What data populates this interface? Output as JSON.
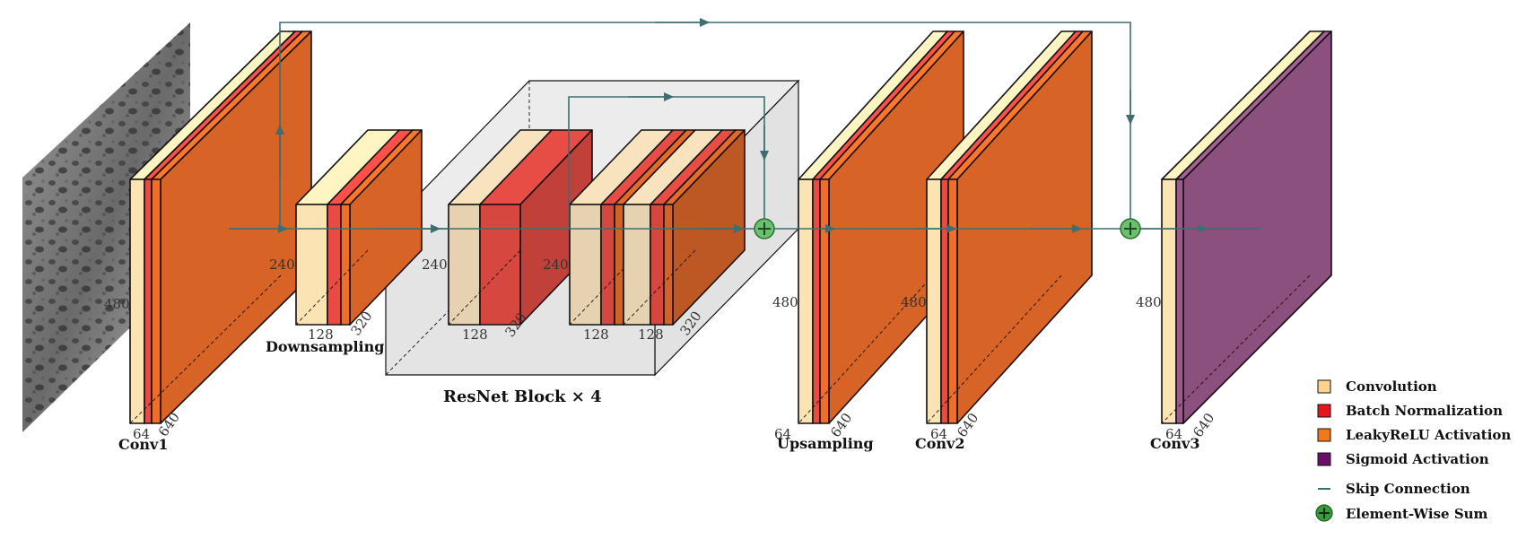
{
  "layers": {
    "conv1": {
      "name": "Conv1",
      "height": "480",
      "channels": "64",
      "width": "640"
    },
    "downsampling": {
      "name": "Downsampling",
      "height": "240",
      "channels": "128",
      "width": "320"
    },
    "resblock": {
      "name": "ResNet Block × 4",
      "height_a": "240",
      "height_b": "240",
      "channels_a": "128",
      "channels_b": "128",
      "channels_c": "128",
      "width_a": "320",
      "width_b": "320"
    },
    "upsampling": {
      "name": "Upsampling",
      "height": "480",
      "channels": "64",
      "width": "640"
    },
    "conv2": {
      "name": "Conv2",
      "height": "480",
      "channels": "64",
      "width": "640"
    },
    "conv3": {
      "name": "Conv3",
      "height": "480",
      "channels": "64",
      "width": "640"
    }
  },
  "legend": [
    {
      "key": "convolution",
      "label": "Convolution",
      "color": "#fbd38d"
    },
    {
      "key": "batch-norm",
      "label": "Batch Normalization",
      "color": "#e8141b"
    },
    {
      "key": "leakyrelu",
      "label": "LeakyReLU Activation",
      "color": "#f07a1a"
    },
    {
      "key": "sigmoid",
      "label": "Sigmoid Activation",
      "color": "#6b0f6b"
    },
    {
      "key": "skip",
      "label": "Skip Connection",
      "color": "#3d6e70"
    },
    {
      "key": "sum",
      "label": "Element-Wise Sum",
      "color": "#3a9a3a"
    }
  ],
  "colors": {
    "conv": "#fbe3b4",
    "bn": "#e94a44",
    "relu": "#f06e2a",
    "sigmoid": "#9b598c",
    "skip": "#3d6e70",
    "block_bg": "#e6e6e6"
  }
}
